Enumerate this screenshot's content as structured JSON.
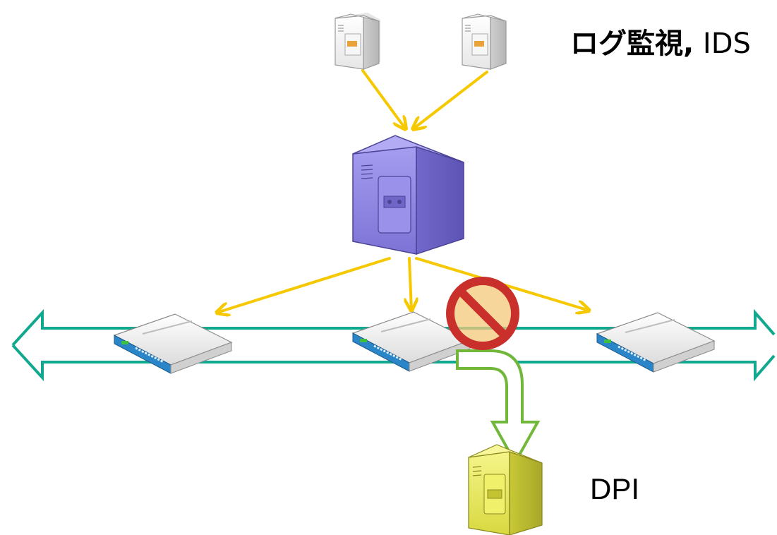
{
  "labels": {
    "monitoring_jp": "ログ監視,",
    "monitoring_en": "IDS",
    "dpi": "DPI"
  },
  "colors": {
    "arrow_yellow": "#f5c800",
    "pipe_teal": "#11a890",
    "redirect_green": "#71b73a",
    "forbid_red": "#c9302c",
    "controller_purple": "#8a80e0",
    "dpi_yellow": "#ecec5a",
    "switch_blue": "#2a86c8"
  },
  "icons": {
    "top_servers": "server-icon",
    "controller": "controller-server-icon",
    "switches": "network-switch-icon",
    "forbid": "prohibited-icon",
    "redirect": "redirect-arrow-icon",
    "dpi": "dpi-server-icon"
  }
}
